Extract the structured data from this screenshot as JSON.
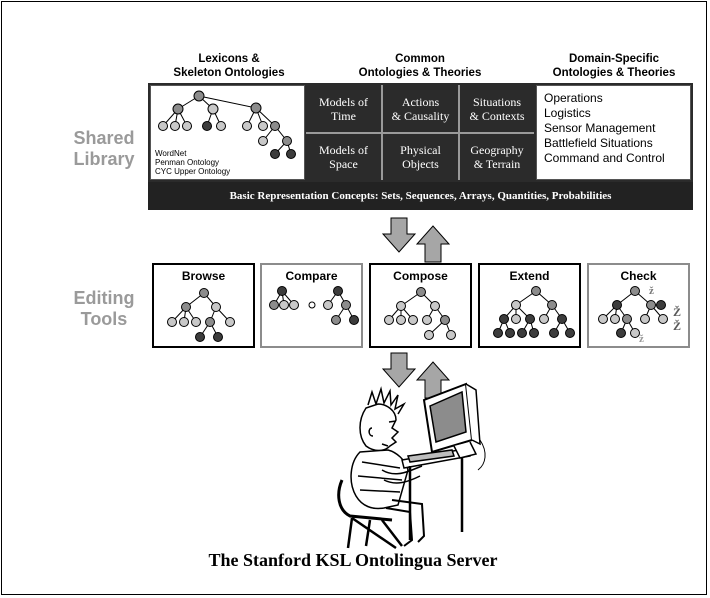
{
  "headers": {
    "lexicons": [
      "Lexicons &",
      "Skeleton Ontologies"
    ],
    "common": [
      "Common",
      "Ontologies & Theories"
    ],
    "domain": [
      "Domain-Specific",
      "Ontologies & Theories"
    ]
  },
  "side_labels": {
    "shared": [
      "Shared",
      "Library"
    ],
    "editing": [
      "Editing",
      "Tools"
    ]
  },
  "lexicons": [
    "WordNet",
    "Penman Ontology",
    "CYC Upper Ontology"
  ],
  "common_cells": [
    [
      "Models of",
      "Time"
    ],
    [
      "Actions",
      "& Causality"
    ],
    [
      "Situations",
      "& Contexts"
    ],
    [
      "Models of",
      "Space"
    ],
    [
      "Physical",
      "Objects"
    ],
    [
      "Geography",
      "& Terrain"
    ]
  ],
  "domain_items": [
    "Operations",
    "Logistics",
    "Sensor Management",
    "Battlefield Situations",
    "Command and Control"
  ],
  "basic_bar": "Basic Representation Concepts:  Sets, Sequences, Arrays, Quantities, Probabilities",
  "tools": [
    "Browse",
    "Compare",
    "Compose",
    "Extend",
    "Check"
  ],
  "check_marks": [
    "ž",
    "Ž",
    "Ž",
    "ž"
  ],
  "caption": "The Stanford KSL Ontolingua Server",
  "colors": {
    "dark_cell": "#2b2b2b",
    "side_label": "#9a9a9a",
    "arrow_fill": "#a6a6a6",
    "node_light": "#c8c8c8",
    "node_mid": "#8c8c8c",
    "node_dark": "#3c3c3c"
  }
}
